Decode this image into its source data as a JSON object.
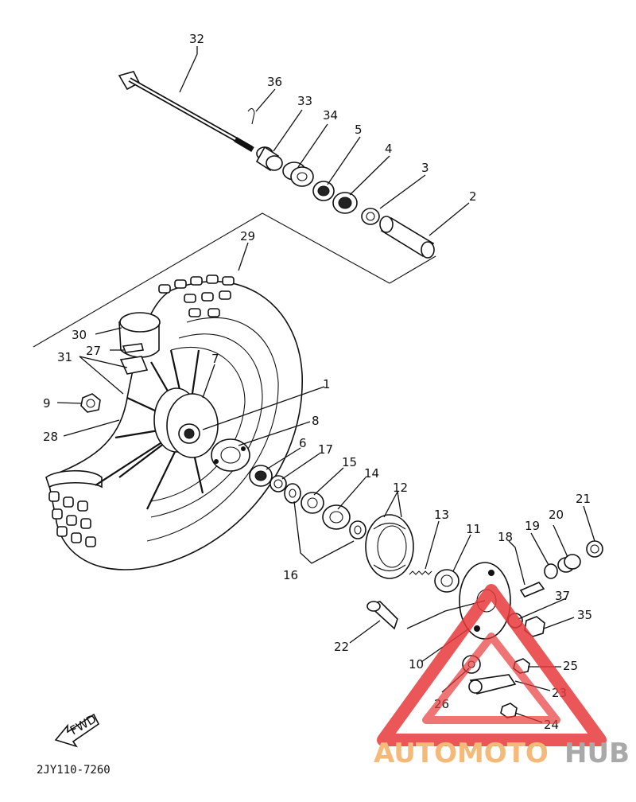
{
  "callouts": [
    {
      "id": "32",
      "text": "32"
    },
    {
      "id": "36",
      "text": "36"
    },
    {
      "id": "33",
      "text": "33"
    },
    {
      "id": "34",
      "text": "34"
    },
    {
      "id": "5",
      "text": "5"
    },
    {
      "id": "4",
      "text": "4"
    },
    {
      "id": "3",
      "text": "3"
    },
    {
      "id": "2",
      "text": "2"
    },
    {
      "id": "29",
      "text": "29"
    },
    {
      "id": "30",
      "text": "30"
    },
    {
      "id": "27",
      "text": "27"
    },
    {
      "id": "31",
      "text": "31"
    },
    {
      "id": "7",
      "text": "7"
    },
    {
      "id": "1",
      "text": "1"
    },
    {
      "id": "9",
      "text": "9"
    },
    {
      "id": "8",
      "text": "8"
    },
    {
      "id": "28",
      "text": "28"
    },
    {
      "id": "6",
      "text": "6"
    },
    {
      "id": "17",
      "text": "17"
    },
    {
      "id": "15",
      "text": "15"
    },
    {
      "id": "14",
      "text": "14"
    },
    {
      "id": "12",
      "text": "12"
    },
    {
      "id": "13",
      "text": "13"
    },
    {
      "id": "11",
      "text": "11"
    },
    {
      "id": "18",
      "text": "18"
    },
    {
      "id": "19",
      "text": "19"
    },
    {
      "id": "20",
      "text": "20"
    },
    {
      "id": "21",
      "text": "21"
    },
    {
      "id": "16",
      "text": "16"
    },
    {
      "id": "37",
      "text": "37"
    },
    {
      "id": "35",
      "text": "35"
    },
    {
      "id": "22",
      "text": "22"
    },
    {
      "id": "10",
      "text": "10"
    },
    {
      "id": "25",
      "text": "25"
    },
    {
      "id": "23",
      "text": "23"
    },
    {
      "id": "26",
      "text": "26"
    },
    {
      "id": "24",
      "text": "24"
    }
  ],
  "fwd_label": "FWD",
  "part_code": "2JY110-7260",
  "watermark": {
    "part1": "AUTOMOTO",
    "part2": "HUB",
    "color1": "#f5b97a",
    "color2": "#a9a9a9",
    "triangle_color": "#e8393b"
  }
}
